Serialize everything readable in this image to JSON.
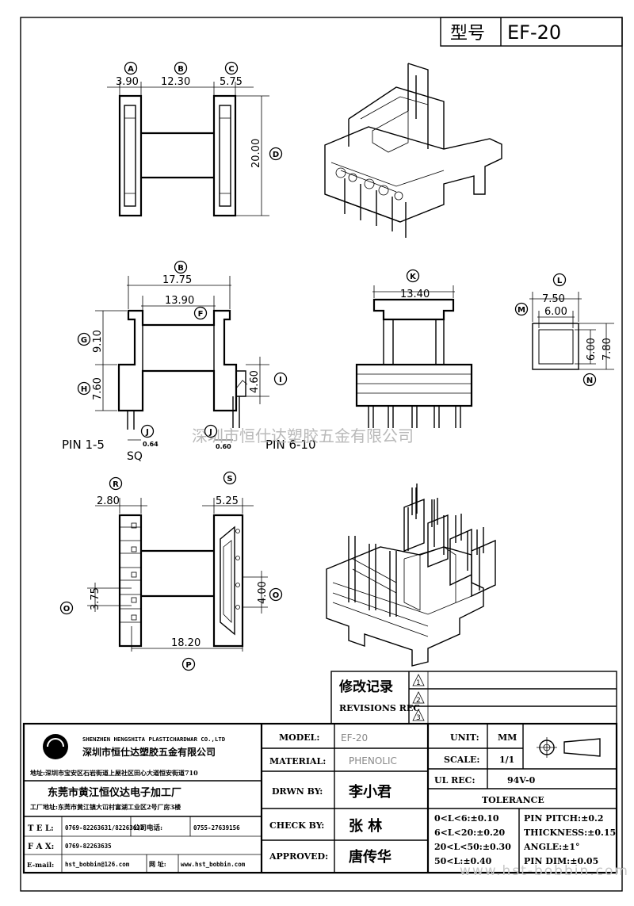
{
  "header": {
    "type_label": "型号",
    "type_value": "EF-20"
  },
  "views": {
    "top": {
      "A": "3.90",
      "B": "12.30",
      "C": "5.75",
      "D": "20.00"
    },
    "front": {
      "B": "17.75",
      "F": "13.90",
      "G": "9.10",
      "H": "7.60",
      "I": "4.60",
      "J_size": "0.64",
      "J2_size": "0.60",
      "pin_left": "PIN 1-5",
      "pin_right": "PIN 6-10",
      "sq": "SQ"
    },
    "side": {
      "K": "13.40"
    },
    "section": {
      "L_outer": "7.50",
      "L_inner": "6.00",
      "M_inner": "6.00",
      "N_outer": "7.80"
    },
    "bottom": {
      "R": "2.80",
      "S": "5.25",
      "O_left": "3.75",
      "O_right": "4.00",
      "P": "18.20"
    }
  },
  "bubbles": {
    "A": "A",
    "B": "B",
    "C": "C",
    "D": "D",
    "F": "F",
    "G": "G",
    "H": "H",
    "I": "I",
    "J": "J",
    "K": "K",
    "L": "L",
    "M": "M",
    "N": "N",
    "O": "O",
    "P": "P",
    "R": "R",
    "S": "S"
  },
  "watermark": "深圳市恒仕达塑胶五金有限公司",
  "revisions": {
    "title_cn": "修改记录",
    "title_en": "REVISIONS REC",
    "marks": [
      "1",
      "2",
      "3"
    ]
  },
  "company": {
    "name_en": "SHENZHEN HENGSHITA PLASTICHARDWAR CO.,LTD",
    "name_cn": "深圳市恒仕达塑胶五金有限公司",
    "address_cn": "地址:深圳市宝安区石岩街道上屋社区田心大道恒安街道710",
    "factory_cn": "东莞市黄江恒仪达电子加工厂",
    "factory_address": "工厂地址:东莞市黄江镇大冚村富湖工业区2号厂房3楼",
    "tel_label": "T E L:",
    "tel_value": "0769-82263631/82263632",
    "co_tel_label": "公司电话:",
    "co_tel_value": "0755-27639156",
    "fax_label": "F A X:",
    "fax_value": "0769-82263635",
    "email_label": "E-mail:",
    "email_value": "hst_bobbin@126.com",
    "web_label": "网 址:",
    "web_value": "www.hst_bobbin.com"
  },
  "titleblock": {
    "model_label": "MODEL:",
    "model_value": "EF-20",
    "material_label": "MATERIAL:",
    "material_value": "PHENOLIC",
    "drawn_label": "DRWN BY:",
    "drawn_value": "李小君",
    "check_label": "CHECK BY:",
    "check_value": "张 林",
    "approved_label": "APPROVED:",
    "approved_value": "唐传华",
    "unit_label": "UNIT:",
    "unit_value": "MM",
    "scale_label": "SCALE:",
    "scale_value": "1/1",
    "ul_label": "UL REC:",
    "ul_value": "94V-0",
    "tolerance_label": "TOLERANCE",
    "tol": [
      "0<L<6:±0.10",
      "6<L<20:±0.20",
      "20<L<50:±0.30",
      "50<L:±0.40"
    ],
    "tol2": [
      "PIN PITCH:±0.2",
      "THICKNESS:±0.15",
      "ANGLE:±1°",
      "PIN DIM:±0.05"
    ]
  },
  "footer_watermark": "www.hst-bobbin.com"
}
